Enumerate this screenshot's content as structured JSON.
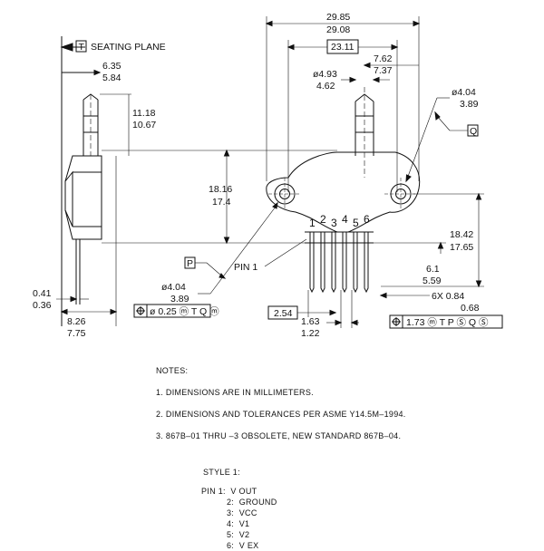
{
  "side_view": {
    "seating_label": "SEATING PLANE",
    "datum_t": "T",
    "dim_top_max": "6.35",
    "dim_top_min": "5.84",
    "dim_port_max": "11.18",
    "dim_port_min": "10.67",
    "dim_lead_max": "0.41",
    "dim_lead_min": "0.36",
    "dim_bottom_max": "8.26",
    "dim_bottom_min": "7.75"
  },
  "front_view": {
    "dim_overall_max": "29.85",
    "dim_overall_min": "29.08",
    "dim_basic": "23.11",
    "dim_port_dia_max": "ø4.93",
    "dim_port_dia_min": "4.62",
    "dim_port_offset_max": "7.62",
    "dim_port_offset_min": "7.37",
    "dim_hole_right_max": "ø4.04",
    "dim_hole_right_min": "3.89",
    "datum_q": "Q",
    "dim_height_max": "18.16",
    "dim_height_min": "17.4",
    "dim_right_height_max": "18.42",
    "dim_right_height_min": "17.65",
    "datum_p": "P",
    "pin1_label": "PIN 1",
    "dim_hole_left_max": "ø4.04",
    "dim_hole_left_min": "3.89",
    "fcf_left": "ø 0.25 ⓜ T Q ⓜ",
    "dim_lead_len_max": "6.1",
    "dim_lead_len_min": "5.59",
    "dim_lead_w_max": "6X  0.84",
    "dim_lead_w_min": "0.68",
    "dim_pitch": "2.54",
    "dim_pitch_small_max": "1.63",
    "dim_pitch_small_min": "1.22",
    "fcf_right": "1.73 ⓜ T P Ⓢ Q Ⓢ",
    "pin_numbers": [
      "1",
      "2",
      "3",
      "4",
      "5",
      "6"
    ]
  },
  "notes": {
    "heading": "NOTES:",
    "items": [
      "1. DIMENSIONS ARE IN MILLIMETERS.",
      "2. DIMENSIONS AND TOLERANCES PER ASME Y14.5M–1994.",
      "3. 867B–01 THRU –3 OBSOLETE, NEW STANDARD 867B–04."
    ],
    "style_heading": "STYLE 1:",
    "pins": [
      "PIN 1:  V OUT",
      "          2:  GROUND",
      "          3:  VCC",
      "          4:  V1",
      "          5:  V2",
      "          6:  V EX"
    ]
  }
}
